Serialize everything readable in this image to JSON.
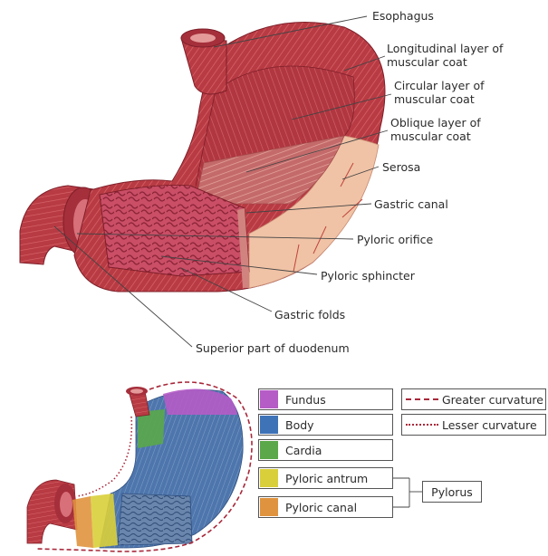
{
  "labels": {
    "esophagus": "Esophagus",
    "longitudinal_1": "Longitudinal layer of",
    "longitudinal_2": "muscular coat",
    "circular_1": "Circular layer of",
    "circular_2": "muscular coat",
    "oblique_1": "Oblique layer of",
    "oblique_2": "muscular coat",
    "serosa": "Serosa",
    "gastric_canal": "Gastric canal",
    "pyloric_orifice": "Pyloric orifice",
    "pyloric_sphincter": "Pyloric sphincter",
    "gastric_folds": "Gastric folds",
    "superior_duodenum": "Superior part of duodenum"
  },
  "legend": {
    "regions": [
      {
        "label": "Fundus",
        "color": "#b55cc6"
      },
      {
        "label": "Body",
        "color": "#3f73b8"
      },
      {
        "label": "Cardia",
        "color": "#5aa84a"
      },
      {
        "label": "Pyloric antrum",
        "color": "#d9cf3a"
      },
      {
        "label": "Pyloric canal",
        "color": "#e0933e"
      }
    ],
    "curvatures": {
      "greater": "Greater curvature",
      "lesser": "Lesser curvature",
      "color": "#a8283a"
    },
    "pylorus": "Pylorus"
  },
  "colors": {
    "muscle": "#b83a43",
    "muscle_dark": "#8e2630",
    "muscle_light": "#d9686c",
    "mucosa": "#c94e66",
    "serosa": "#f0c3a6",
    "leader": "#444444"
  }
}
